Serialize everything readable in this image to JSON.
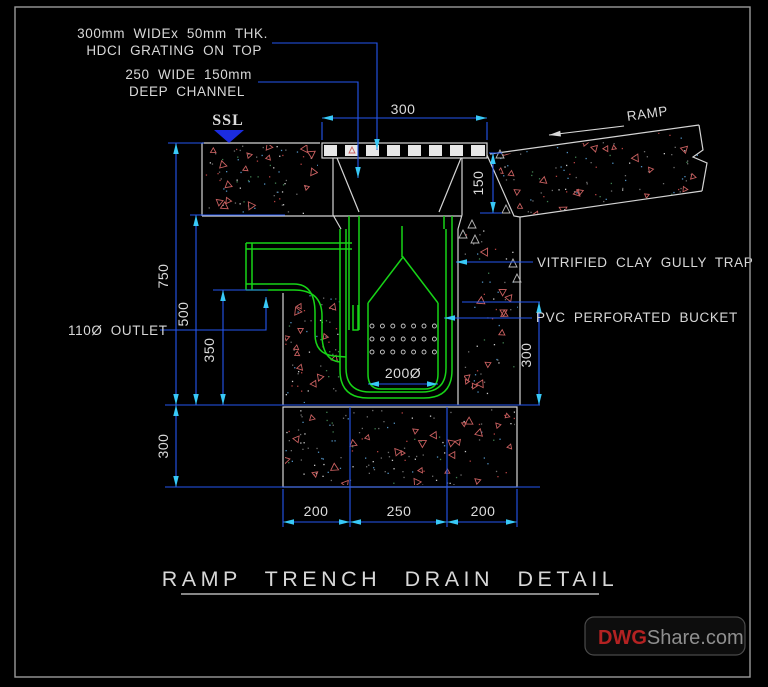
{
  "drawing": {
    "title": "RAMP TRENCH DRAIN DETAIL",
    "labels": {
      "grating_line1": "300mm WIDEx 50mm THK.",
      "grating_line2": "HDCI GRATING ON TOP",
      "channel_line1": "250 WIDE 150mm",
      "channel_line2": "DEEP CHANNEL",
      "ssl": "SSL",
      "ramp": "RAMP",
      "outlet": "110Ø OUTLET",
      "gully_trap": "VITRIFIED CLAY GULLY TRAP",
      "bucket": "PVC PERFORATED BUCKET"
    },
    "dimensions": {
      "top_width": "300",
      "channel_depth": "150",
      "left_total": "750",
      "left_inner": "500",
      "left_outlet": "350",
      "left_base": "300",
      "right_sump": "300",
      "bucket_diameter": "200Ø",
      "bottom": [
        "200",
        "250",
        "200"
      ]
    },
    "colors": {
      "background": "#000000",
      "line_white": "#d4d4d4",
      "dimension_blue": "#2456f0",
      "arrow_cyan": "#38c9f7",
      "pipe_green": "#17d417",
      "ssl_triangle_blue": "#1b2ce0",
      "hatch_triangle_red": "#c96060",
      "watermark_red": "#b42222",
      "watermark_gray": "#8f8f8f"
    },
    "watermark": {
      "prefix": "DWG",
      "suffix": "Share.com"
    }
  }
}
